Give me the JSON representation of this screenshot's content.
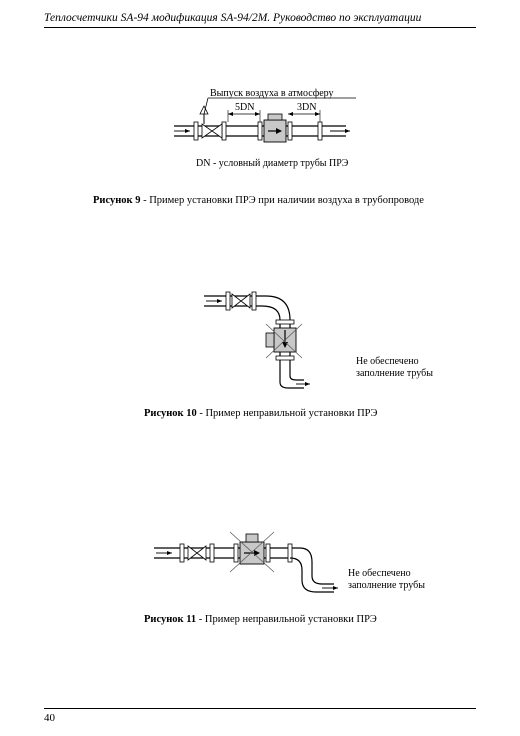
{
  "header": {
    "title": "Теплосчетчики SA-94 модификация SA-94/2М. Руководство по эксплуатации"
  },
  "figure9": {
    "air_release_label": "Выпуск воздуха в атмосферу",
    "dim_left": "5DN",
    "dim_right": "3DN",
    "legend": "DN - условный диаметр трубы ПРЭ",
    "caption_prefix": "Рисунок 9",
    "caption_text": " - Пример установки ПРЭ при наличии воздуха в трубопроводе"
  },
  "figure10": {
    "note_line1": "Не обеспечено",
    "note_line2": "заполнение трубы",
    "caption_prefix": "Рисунок 10",
    "caption_text": " - Пример неправильной установки ПРЭ"
  },
  "figure11": {
    "note_line1": "Не обеспечено",
    "note_line2": "заполнение трубы",
    "caption_prefix": "Рисунок 11",
    "caption_text": " - Пример неправильной установки ПРЭ"
  },
  "footer": {
    "page_number": "40"
  }
}
